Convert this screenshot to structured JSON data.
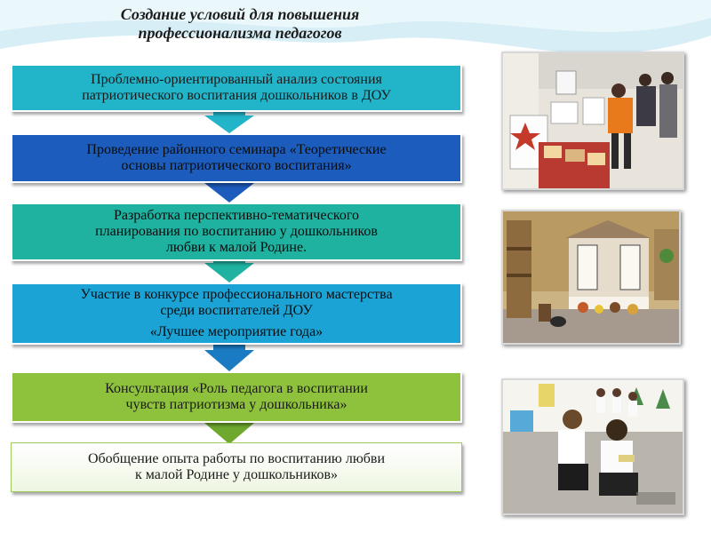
{
  "title": {
    "line1": "Создание условий для повышения",
    "line2": "профессионализма педагогов"
  },
  "steps": [
    {
      "lines": [
        "Проблемно-ориентированный анализ состояния",
        "патриотического воспитания дошкольников в ДОУ"
      ],
      "bg": "#22b4c8",
      "color": "#1a1a1a"
    },
    {
      "lines": [
        "Проведение районного семинара «Теоретические",
        "основы патриотического воспитания»"
      ],
      "bg": "#1c5cbc",
      "color": "#0c0c0c"
    },
    {
      "lines": [
        "Разработка перспективно-тематического",
        "планирования по воспитанию у дошкольников",
        "любви к малой Родине."
      ],
      "bg": "#1fb2a0",
      "color": "#0c0c0c"
    },
    {
      "lines": [
        "Участие в конкурсе профессионального мастерства",
        "среди воспитателей ДОУ",
        "«Лучшее мероприятие года»"
      ],
      "bg": "#1ca3d6",
      "color": "#0c0c0c"
    },
    {
      "lines": [
        "Консультация «Роль педагога в воспитании",
        "чувств патриотизма у дошкольника»"
      ],
      "bg": "#8ec23c",
      "color": "#1a1a1a"
    },
    {
      "lines": [
        "Обобщение опыта работы по воспитанию любви",
        "к малой Родине у дошкольников»"
      ],
      "bg": "#ffffff",
      "color": "#1a1a1a"
    }
  ],
  "photos": [
    {
      "icon": "exhibition-photo"
    },
    {
      "icon": "folk-corner-photo"
    },
    {
      "icon": "children-photo"
    }
  ],
  "colors": {
    "wave": "#d7eef6",
    "wave_light": "#eaf7fb",
    "arrow_top": "#1a7bc2",
    "arrow_green": "#6fa82e"
  }
}
